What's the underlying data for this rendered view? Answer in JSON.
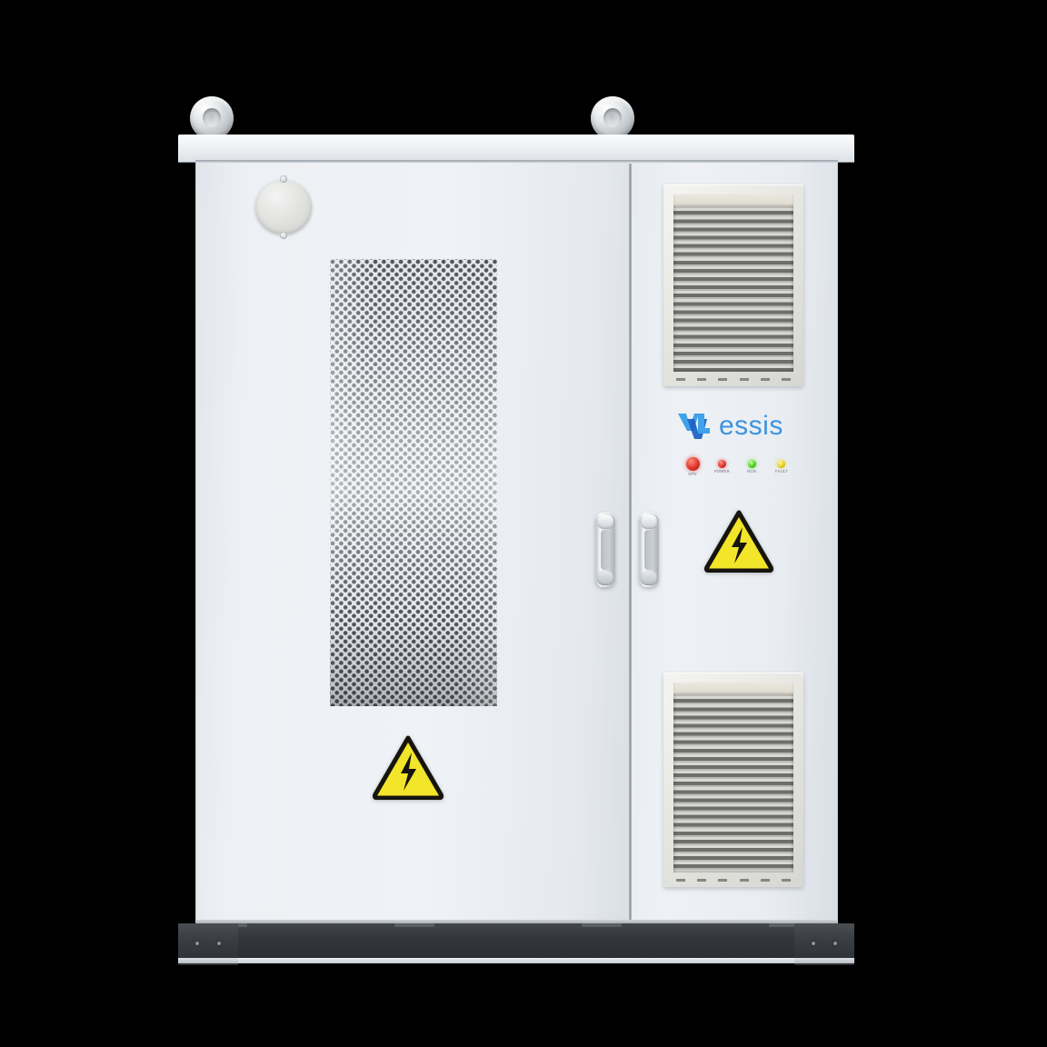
{
  "product": {
    "type": "outdoor-energy-storage-cabinet",
    "brand": "essis",
    "brand_color": "#3d93e0",
    "mark_color_light": "#3fa2ea",
    "mark_color_dark": "#1a5fc4",
    "body_color": "#eef1f5",
    "base_color": "#2e3135",
    "louver_color": "#e6e6e1"
  },
  "background": {
    "color": "#000000"
  },
  "hardware": {
    "lifting_eye_left": "lifting-eye-bolt",
    "lifting_eye_right": "lifting-eye-bolt",
    "access_port": "circular-access-cover",
    "perforated_panel": "perforated-vent-panel",
    "handle_left": "door-handle",
    "handle_right": "door-handle"
  },
  "doors": [
    {
      "id": "left-door",
      "label": "Left Door"
    },
    {
      "id": "right-door",
      "label": "Right Door"
    }
  ],
  "louvers": [
    {
      "id": "upper-louver",
      "label": "Upper Ventilation Louver",
      "screws": 6
    },
    {
      "id": "lower-louver",
      "label": "Lower Ventilation Louver",
      "screws": 6
    }
  ],
  "indicators": {
    "title": "Status Indicators",
    "leds": [
      {
        "label": "SPD",
        "color": "#e0342b",
        "size": "big",
        "state": "on"
      },
      {
        "label": "POWER",
        "color": "#d9342c",
        "size": "small",
        "state": "on"
      },
      {
        "label": "RUN",
        "color": "#4ed320",
        "size": "small",
        "state": "on"
      },
      {
        "label": "FAULT",
        "color": "#e8d422",
        "size": "small",
        "state": "on"
      }
    ]
  },
  "warnings": [
    {
      "id": "hazard-upper-right",
      "type": "high-voltage",
      "symbol": "lightning-bolt",
      "fill": "#f2e52a",
      "stroke": "#16140d"
    },
    {
      "id": "hazard-lower-left",
      "type": "high-voltage",
      "symbol": "lightning-bolt",
      "fill": "#f2e52a",
      "stroke": "#16140d"
    }
  ]
}
